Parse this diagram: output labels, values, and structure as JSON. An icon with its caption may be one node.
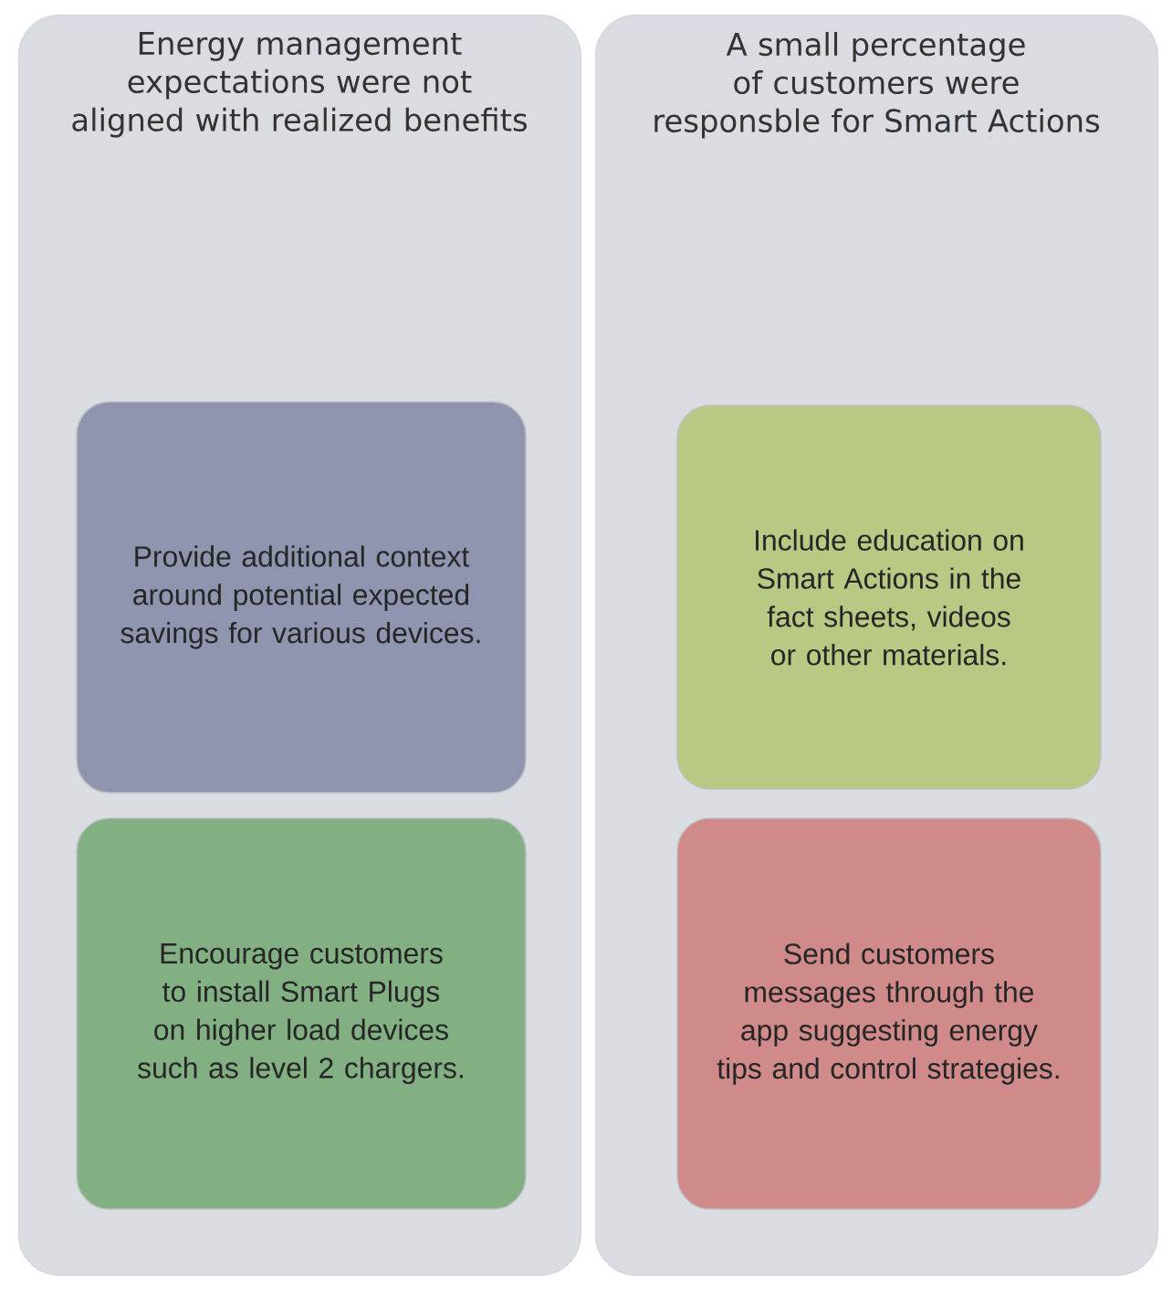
{
  "diagram": {
    "nodes": [
      {
        "text": [
          "Energy management expectations were not aligned with realized benefits"
        ]
      },
      {
        "text": [
          "Provide additional context around potential expected savings for various devices."
        ],
        "in": 0
      },
      {
        "text": [
          "Encourage customers to install Smart Plugs on higher load devices such as level 2 chargers."
        ],
        "in": 0
      },
      {
        "text": [
          "A small percentage of customers were responsble for Smart Actions"
        ]
      },
      {
        "text": [
          "Include education on Smart Actions in the fact sheets, videos or other materials."
        ],
        "in": 3
      },
      {
        "text": [
          "Send customers messages through the app suggesting energy tips and control strategies."
        ],
        "in": 3
      }
    ]
  }
}
